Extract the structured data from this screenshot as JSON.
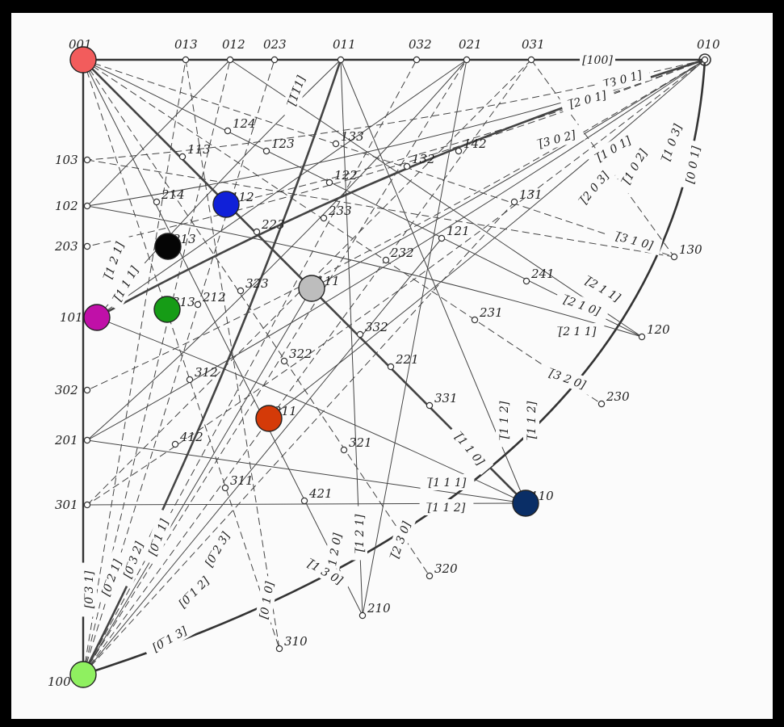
{
  "top_labels": [
    "001",
    "013",
    "012",
    "023",
    "011",
    "032",
    "021",
    "031",
    "010"
  ],
  "left_labels": [
    "103",
    "102",
    "203",
    "101",
    "302",
    "201",
    "301",
    "100"
  ],
  "interior_labels": [
    "124",
    "113",
    "123",
    "133",
    "142",
    "112",
    "122",
    "132",
    "214",
    "213",
    "223",
    "233",
    "131",
    "121",
    "232",
    "111",
    "241",
    "313",
    "212",
    "323",
    "231",
    "332",
    "130",
    "120",
    "312",
    "322",
    "221",
    "230",
    "211",
    "331",
    "412",
    "321",
    "311",
    "421",
    "110",
    "320",
    "210",
    "310"
  ],
  "direction_labels": [
    "[100]",
    "[̅1̅1̅1]",
    "[̅3 0 1]",
    "[̅2 0 1]",
    "[̅3 0 2]",
    "[̅1 0 1]",
    "[̅2 0 3]",
    "[̅1 0 2]",
    "[̅1 0 3]",
    "[0 0 1]",
    "[̅3 1 0]",
    "[̅2 1 1]",
    "[̅2 1 0]",
    "[̅2 1 1]",
    "[̅3 2 0]",
    "[̅1 2 1]",
    "[̅1 1 1]",
    "[̅1 1 2]",
    "[̅1 1 2]",
    "[̅1 1 0]",
    "[̅1 1 1]",
    "[̅1 1 2]",
    "[̅1 2 0]",
    "[̅1 2 1]",
    "[̅2 3 0]",
    "[̅1 3 0]",
    "[0 1 0]",
    "[0 ̅3 1]",
    "[0 ̅2 1]",
    "[0 ̅3 2]",
    "[0 ̅1 1]",
    "[0 ̅2 3]",
    "[0 ̅1 2]",
    "[0 ̅1 3]"
  ],
  "markers": [
    {
      "name": "001",
      "color": "#f25c5c"
    },
    {
      "name": "112",
      "color": "#1020d8"
    },
    {
      "name": "213",
      "color": "#050505"
    },
    {
      "name": "313",
      "color": "#169c16"
    },
    {
      "name": "111",
      "color": "#bdbdbd"
    },
    {
      "name": "101",
      "color": "#c010a8"
    },
    {
      "name": "211",
      "color": "#d43a08"
    },
    {
      "name": "110",
      "color": "#0a2e66"
    },
    {
      "name": "100",
      "color": "#8ff060"
    }
  ]
}
